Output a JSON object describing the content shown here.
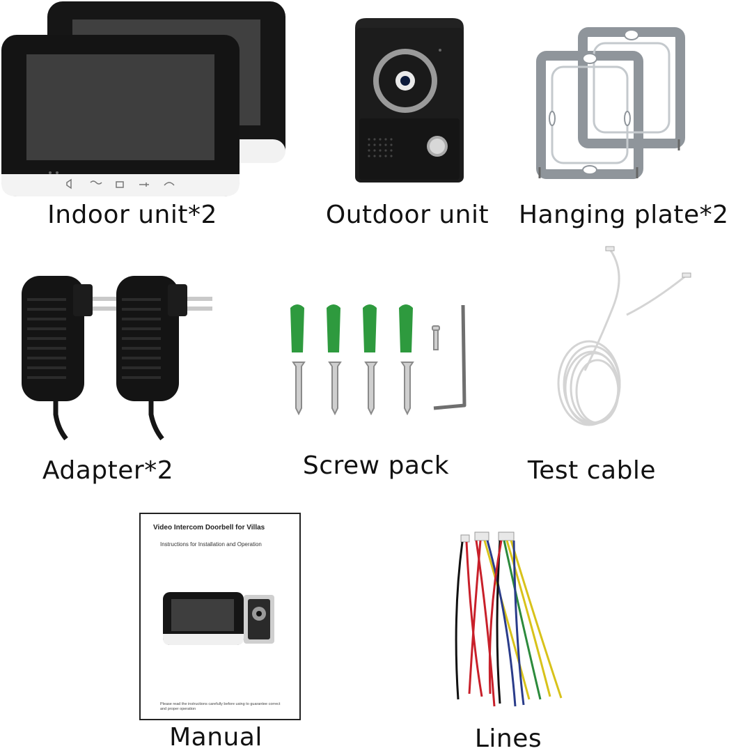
{
  "items": {
    "indoor_unit": {
      "label": "Indoor unit*2"
    },
    "outdoor_unit": {
      "label": "Outdoor unit"
    },
    "hanging_plate": {
      "label": "Hanging plate*2"
    },
    "adapter": {
      "label": "Adapter*2"
    },
    "screw_pack": {
      "label": "Screw pack"
    },
    "test_cable": {
      "label": "Test cable"
    },
    "manual": {
      "label": "Manual",
      "title": "Video Intercom Doorbell for Villas",
      "subtitle": "Instructions for Installation and Operation",
      "footer": "Please read the instructions carefully before using to guarantee correct and proper operation"
    },
    "lines": {
      "label": "Lines"
    }
  },
  "colors": {
    "monitor_body": "#151515",
    "screen": "#3c3c3c",
    "anchor_green": "#2e9a3e",
    "plate_gray": "#9aa0a6",
    "wire_red": "#c8202a",
    "wire_yellow": "#d8c21a",
    "wire_green": "#2c8a3c",
    "wire_blue": "#2a3c8a"
  }
}
